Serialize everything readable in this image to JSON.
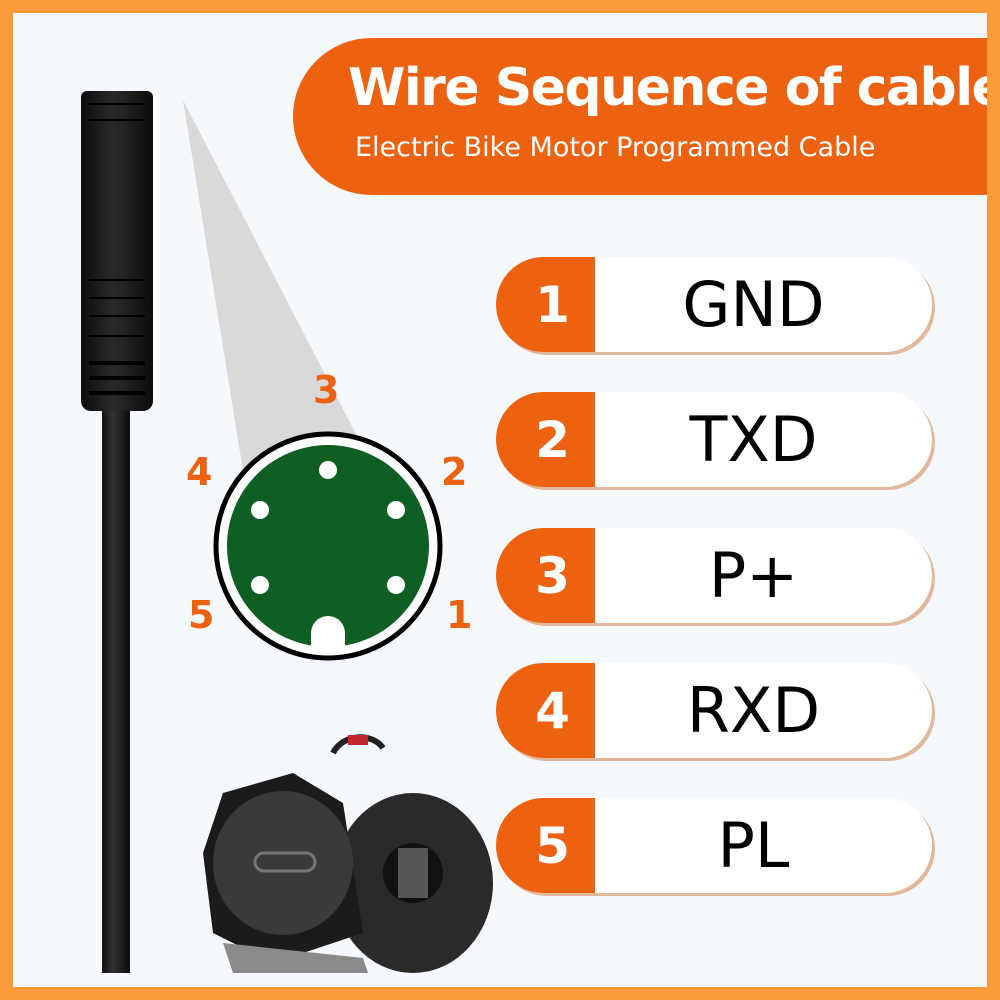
{
  "header": {
    "title": "Wire Sequence of cable",
    "subtitle": "Electric Bike Motor Programmed Cable"
  },
  "pins": [
    {
      "number": "1",
      "label": "GND"
    },
    {
      "number": "2",
      "label": "TXD"
    },
    {
      "number": "3",
      "label": "P+"
    },
    {
      "number": "4",
      "label": "RXD"
    },
    {
      "number": "5",
      "label": "PL"
    }
  ],
  "connector_labels": {
    "p1": "1",
    "p2": "2",
    "p3": "3",
    "p4": "4",
    "p5": "5"
  },
  "colors": {
    "accent": "#ec6210",
    "border": "#fd9a3a",
    "connector": "#0f5e23",
    "background": "#f5f9fe"
  }
}
